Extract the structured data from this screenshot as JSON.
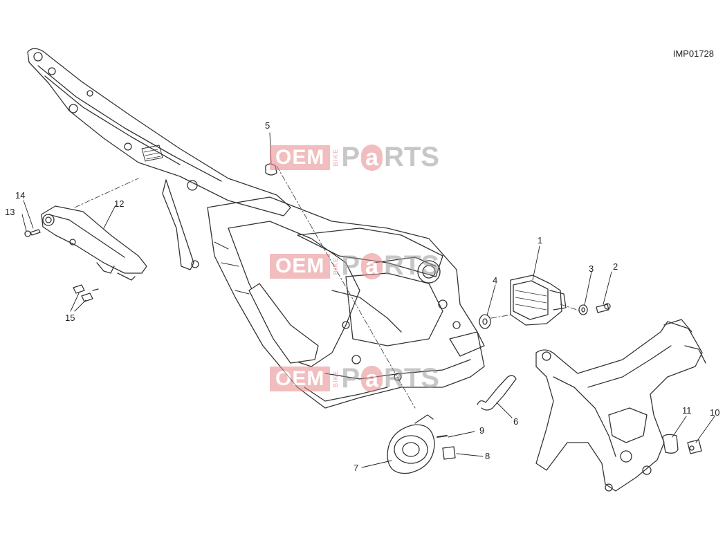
{
  "image_code": "IMP01728",
  "watermark": {
    "oem": "OEM",
    "bike": "BIKE",
    "p": "P",
    "a": "a",
    "rts": "RTS"
  },
  "callouts": [
    "1",
    "2",
    "3",
    "4",
    "5",
    "6",
    "7",
    "8",
    "9",
    "10",
    "11",
    "12",
    "13",
    "14",
    "15"
  ]
}
